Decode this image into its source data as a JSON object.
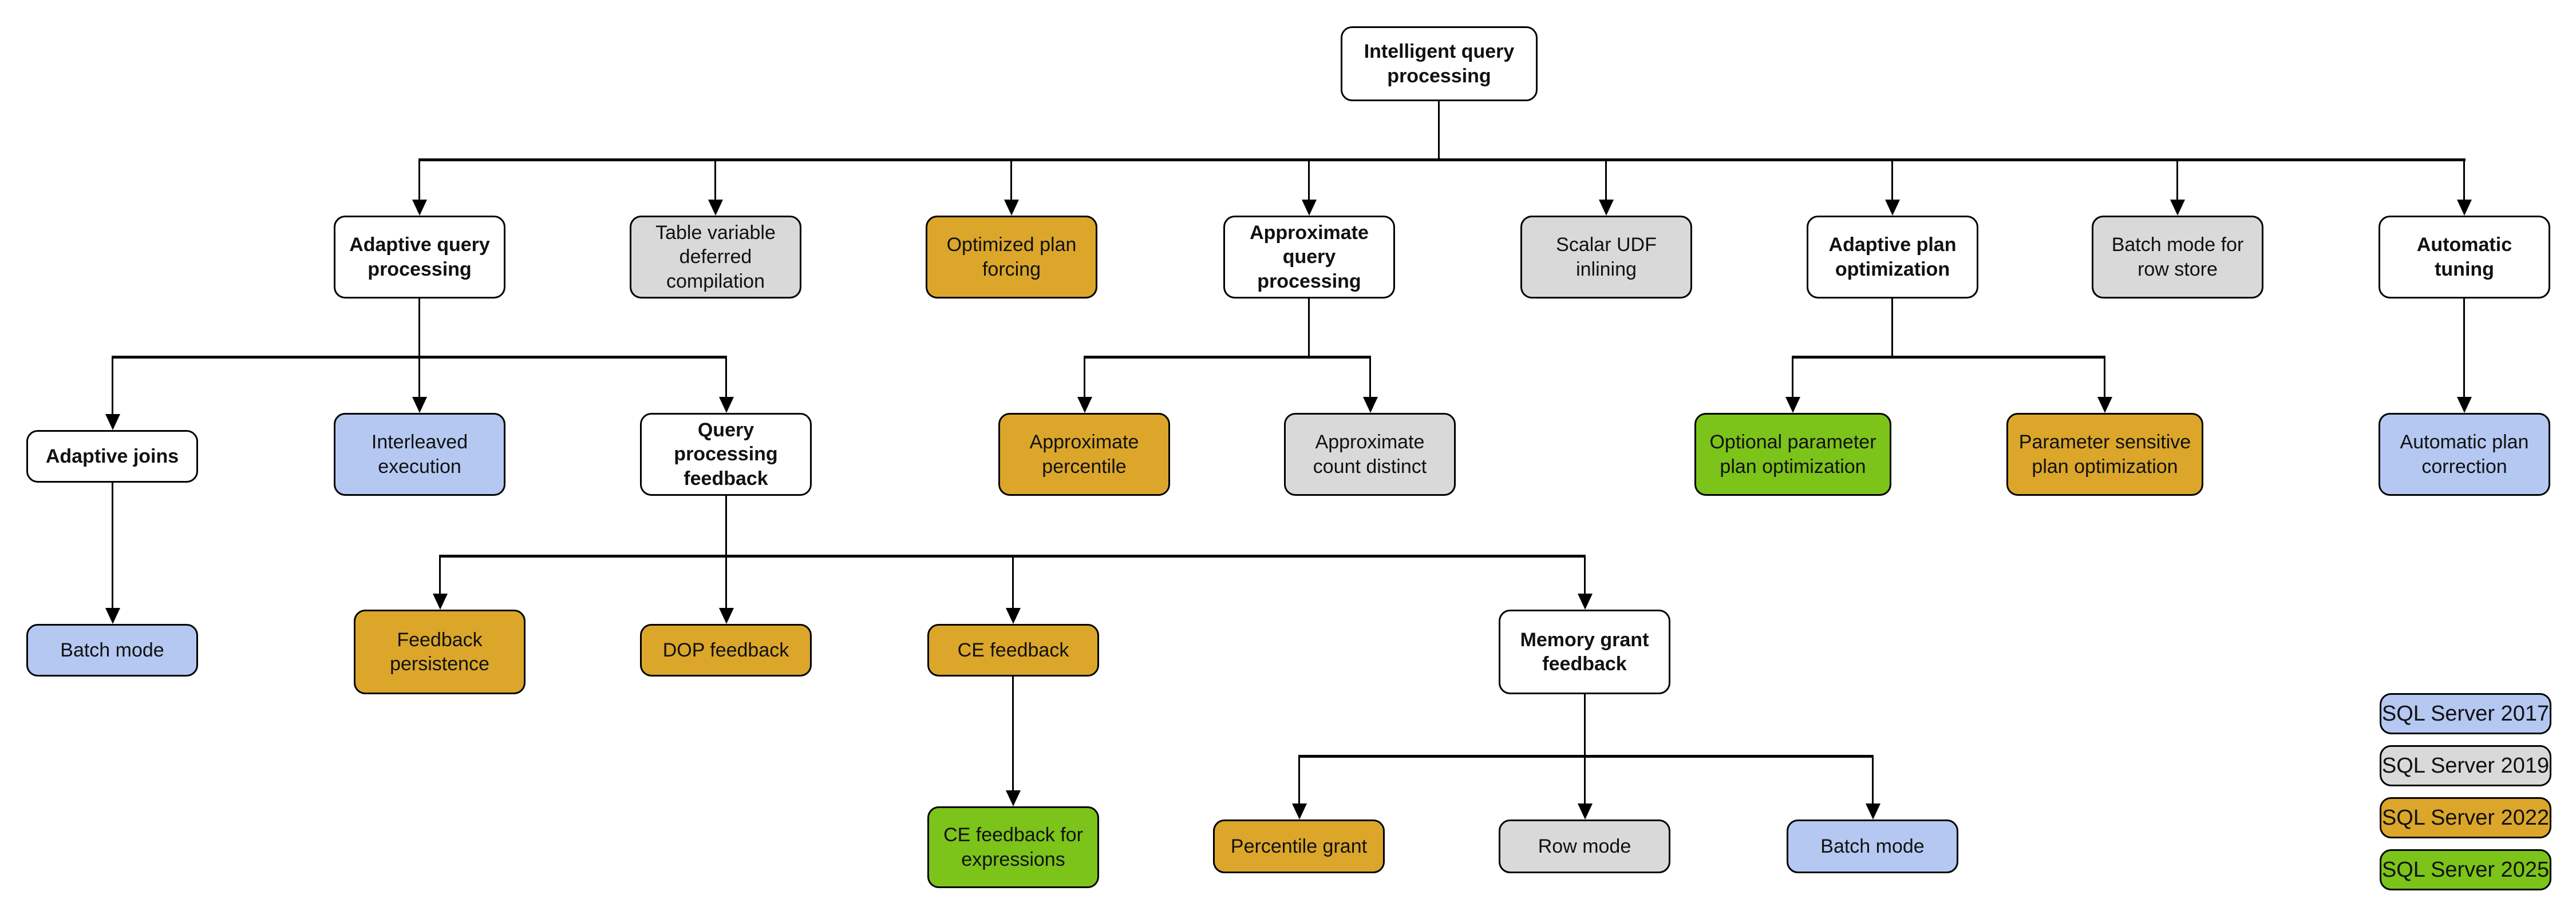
{
  "diagram": {
    "title": "Intelligent query processing",
    "description": "Family tree of intelligent query processing features with SQL Server version color coding"
  },
  "colors": {
    "sql_server_2017_blue": "#b5c8f2",
    "sql_server_2019_gray": "#d9d9d9",
    "sql_server_2022_gold": "#dba62a",
    "sql_server_2025_green": "#7cc31a",
    "base_white": "#ffffff",
    "line_black": "#000000"
  },
  "nodes": {
    "root": {
      "label": "Intelligent query processing",
      "color": "white"
    },
    "adaptive_query_processing": {
      "label": "Adaptive query processing",
      "color": "white"
    },
    "table_variable_deferred_compilation": {
      "label": "Table variable deferred compilation",
      "color": "gray"
    },
    "optimized_plan_forcing": {
      "label": "Optimized plan forcing",
      "color": "gold"
    },
    "approximate_query_processing": {
      "label": "Approximate query processing",
      "color": "white"
    },
    "scalar_udf_inlining": {
      "label": "Scalar UDF inlining",
      "color": "gray"
    },
    "adaptive_plan_optimization": {
      "label": "Adaptive plan optimization",
      "color": "white"
    },
    "batch_mode_for_row_store": {
      "label": "Batch mode for row store",
      "color": "gray"
    },
    "automatic_tuning": {
      "label": "Automatic tuning",
      "color": "white"
    },
    "adaptive_joins": {
      "label": "Adaptive joins",
      "color": "white"
    },
    "interleaved_execution": {
      "label": "Interleaved execution",
      "color": "blue"
    },
    "query_processing_feedback": {
      "label": "Query processing feedback",
      "color": "white"
    },
    "approximate_percentile": {
      "label": "Approximate percentile",
      "color": "gold"
    },
    "approximate_count_distinct": {
      "label": "Approximate count distinct",
      "color": "gray"
    },
    "optional_parameter_plan_optimization": {
      "label": "Optional parameter plan optimization",
      "color": "green"
    },
    "parameter_sensitive_plan_optimization": {
      "label": "Parameter sensitive plan optimization",
      "color": "gold"
    },
    "automatic_plan_correction": {
      "label": "Automatic plan correction",
      "color": "blue"
    },
    "batch_mode_adaptive_joins_child": {
      "label": "Batch mode",
      "color": "blue"
    },
    "feedback_persistence": {
      "label": "Feedback persistence",
      "color": "gold"
    },
    "dop_feedback": {
      "label": "DOP feedback",
      "color": "gold"
    },
    "ce_feedback": {
      "label": "CE feedback",
      "color": "gold"
    },
    "memory_grant_feedback": {
      "label": "Memory grant feedback",
      "color": "white"
    },
    "ce_feedback_for_expressions": {
      "label": "CE feedback for expressions",
      "color": "green"
    },
    "percentile_grant": {
      "label": "Percentile grant",
      "color": "gold"
    },
    "row_mode": {
      "label": "Row mode",
      "color": "gray"
    },
    "batch_mode_memory_grant_child": {
      "label": "Batch mode",
      "color": "blue"
    }
  },
  "legend": {
    "items": [
      {
        "label": "SQL Server 2017",
        "color": "#b5c8f2"
      },
      {
        "label": "SQL Server 2019",
        "color": "#d9d9d9"
      },
      {
        "label": "SQL Server 2022",
        "color": "#dba62a"
      },
      {
        "label": "SQL Server 2025",
        "color": "#7cc31a"
      }
    ]
  }
}
